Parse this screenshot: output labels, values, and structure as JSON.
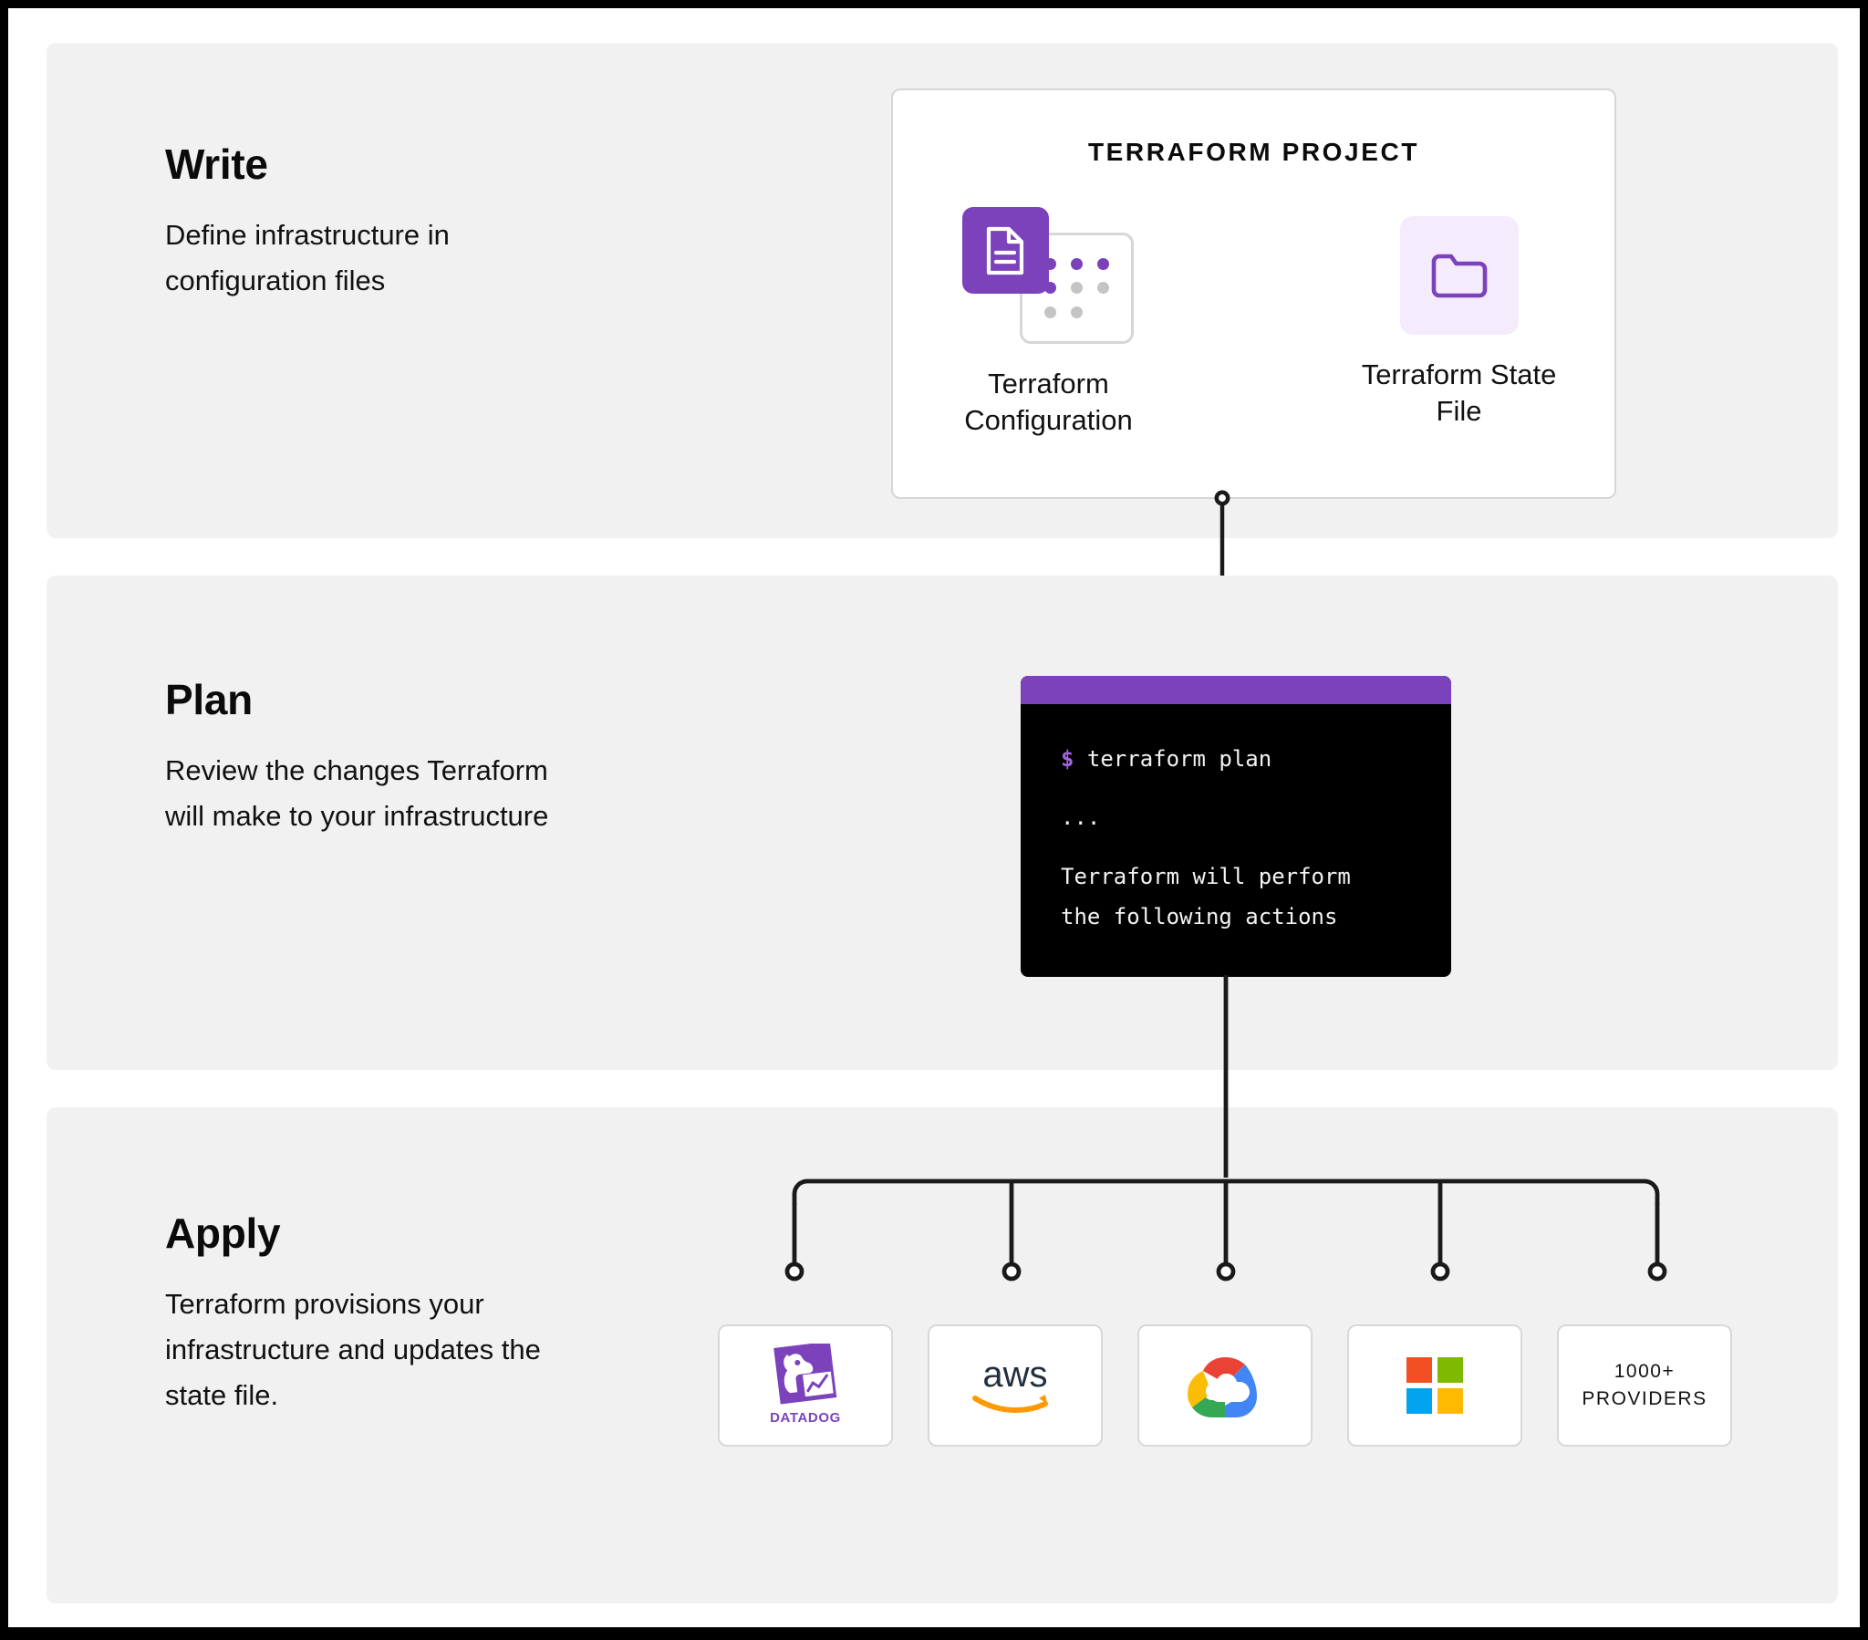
{
  "colors": {
    "accent_purple": "#7b42bc",
    "light_purple_bg": "#f4ebfd",
    "band_bg": "#f1f1f1",
    "terminal_bg": "#000000",
    "terminal_text": "#f2f2f2",
    "prompt_purple": "#a264e0",
    "dot_gray": "#c4c4c4",
    "aws_navy": "#232f3e",
    "aws_orange": "#ff9900",
    "datadog_purple": "#7b42bc"
  },
  "steps": [
    {
      "id": "write",
      "title": "Write",
      "description": "Define infrastructure in configuration files"
    },
    {
      "id": "plan",
      "title": "Plan",
      "description": "Review the changes Terraform will make to your infrastructure"
    },
    {
      "id": "apply",
      "title": "Apply",
      "description": "Terraform provisions your infrastructure and updates the state file."
    }
  ],
  "project_card": {
    "title": "TERRAFORM PROJECT",
    "assets": [
      {
        "label": "Terraform Configuration",
        "icon": "document-tile-icon"
      },
      {
        "label": "Terraform State File",
        "icon": "folder-tile-icon"
      }
    ]
  },
  "terminal": {
    "prompt": "$",
    "command": "terraform plan",
    "ellipsis": "...",
    "output_line_1": "Terraform will perform",
    "output_line_2": "the following actions"
  },
  "providers": [
    {
      "name": "Datadog",
      "icon": "datadog-logo",
      "text": ""
    },
    {
      "name": "AWS",
      "icon": "aws-logo",
      "text": ""
    },
    {
      "name": "Google Cloud",
      "icon": "google-cloud-logo",
      "text": ""
    },
    {
      "name": "Microsoft Azure",
      "icon": "microsoft-logo",
      "text": ""
    },
    {
      "name": "More providers",
      "icon": "text-only",
      "text_line_1": "1000+",
      "text_line_2": "PROVIDERS"
    }
  ]
}
